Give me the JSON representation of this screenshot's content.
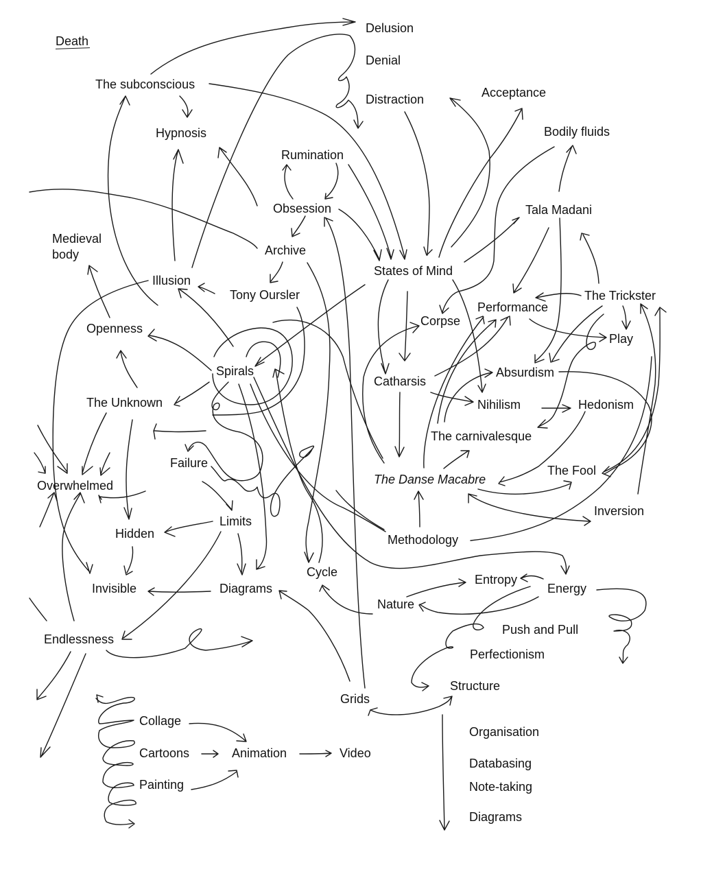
{
  "title": "Death",
  "nodes": {
    "delusion": "Delusion",
    "denial": "Denial",
    "distraction": "Distraction",
    "acceptance": "Acceptance",
    "bodily_fluids": "Bodily fluids",
    "subconscious": "The subconscious",
    "hypnosis": "Hypnosis",
    "rumination": "Rumination",
    "obsession": "Obsession",
    "tala_madani": "Tala Madani",
    "medieval_body_1": "Medieval",
    "medieval_body_2": "body",
    "archive": "Archive",
    "states_of_mind": "States of Mind",
    "illusion": "Illusion",
    "tony_oursler": "Tony Oursler",
    "the_trickster": "The Trickster",
    "performance": "Performance",
    "corpse": "Corpse",
    "openness": "Openness",
    "play": "Play",
    "spirals": "Spirals",
    "absurdism": "Absurdism",
    "catharsis": "Catharsis",
    "the_unknown": "The Unknown",
    "nihilism": "Nihilism",
    "hedonism": "Hedonism",
    "carnivalesque": "The carnivalesque",
    "failure": "Failure",
    "the_fool": "The Fool",
    "overwhelmed": "Overwhelmed",
    "danse_macabre": "The Danse Macabre",
    "inversion": "Inversion",
    "limits": "Limits",
    "hidden": "Hidden",
    "methodology": "Methodology",
    "cycle": "Cycle",
    "entropy": "Entropy",
    "energy": "Energy",
    "invisible": "Invisible",
    "diagrams": "Diagrams",
    "nature": "Nature",
    "push_and_pull": "Push and Pull",
    "endlessness": "Endlessness",
    "perfectionism": "Perfectionism",
    "structure": "Structure",
    "grids": "Grids",
    "collage": "Collage",
    "organisation": "Organisation",
    "cartoons": "Cartoons",
    "animation": "Animation",
    "video": "Video",
    "databasing": "Databasing",
    "painting": "Painting",
    "note_taking": "Note-taking",
    "diagrams_2": "Diagrams"
  }
}
